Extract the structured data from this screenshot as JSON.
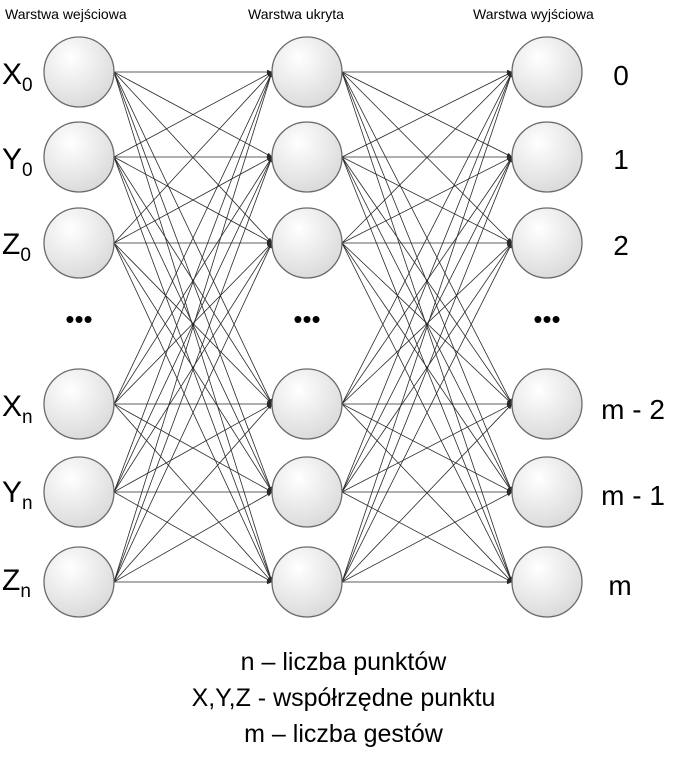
{
  "layers": {
    "input_title": "Warstwa wejściowa",
    "hidden_title": "Warstwa ukryta",
    "output_title": "Warstwa wyjściowa"
  },
  "input_labels": [
    {
      "base": "X",
      "sub": "0"
    },
    {
      "base": "Y",
      "sub": "0"
    },
    {
      "base": "Z",
      "sub": "0"
    },
    {
      "base": "X",
      "sub": "n"
    },
    {
      "base": "Y",
      "sub": "n"
    },
    {
      "base": "Z",
      "sub": "n"
    }
  ],
  "output_labels": [
    "0",
    "1",
    "2",
    "m - 2",
    "m - 1",
    "m"
  ],
  "ellipsis": "•••",
  "legend": [
    "n – liczba punktów",
    "X,Y,Z - współrzędne punktu",
    "m – liczba gestów"
  ],
  "colors": {
    "node_fill_light": "#ffffff",
    "node_fill_dark": "#d9d9d9",
    "node_stroke": "#6b6b6b",
    "edge": "#2a2a2a"
  }
}
